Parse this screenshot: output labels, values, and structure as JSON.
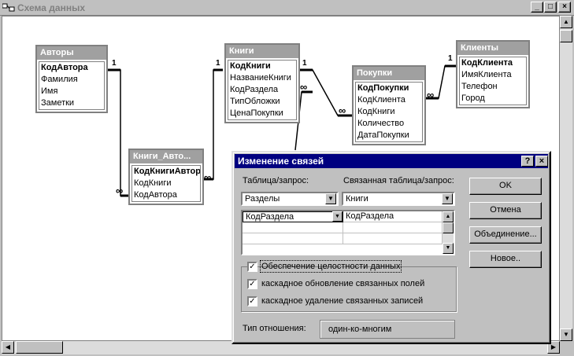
{
  "window": {
    "title": "Схема данных",
    "minimize": "_",
    "maximize": "□",
    "close": "×"
  },
  "tables": {
    "avtory": {
      "title": "Авторы",
      "fields": [
        "КодАвтора",
        "Фамилия",
        "Имя",
        "Заметки"
      ],
      "pk": "КодАвтора"
    },
    "knigi": {
      "title": "Книги",
      "fields": [
        "КодКниги",
        "НазваниеКниги",
        "КодРаздела",
        "ТипОбложки",
        "ЦенаПокупки"
      ],
      "pk": "КодКниги"
    },
    "knigi_avtory": {
      "title": "Книги_Авто...",
      "fields": [
        "КодКнигиАвтор",
        "КодКниги",
        "КодАвтора"
      ],
      "pk": "КодКнигиАвтор"
    },
    "pokupki": {
      "title": "Покупки",
      "fields": [
        "КодПокупки",
        "КодКлиента",
        "КодКниги",
        "Количество",
        "ДатаПокупки"
      ],
      "pk": "КодПокупки"
    },
    "klienty": {
      "title": "Клиенты",
      "fields": [
        "КодКлиента",
        "ИмяКлиента",
        "Телефон",
        "Город"
      ],
      "pk": "КодКлиента"
    }
  },
  "relations": {
    "one": "1",
    "many": "∞"
  },
  "dialog": {
    "title": "Изменение связей",
    "help": "?",
    "close": "×",
    "table_label": "Таблица/запрос:",
    "related_label": "Связанная таблица/запрос:",
    "table_value": "Разделы",
    "related_value": "Книги",
    "field_left": "КодРаздела",
    "field_right": "КодРаздела",
    "buttons": {
      "ok": "OK",
      "cancel": "Отмена",
      "join": "Объединение...",
      "new": "Новое.."
    },
    "integrity_label": "Обеспечение целостности данных",
    "cascade_update_label": "каскадное обновление связанных полей",
    "cascade_delete_label": "каскадное удаление связанных записей",
    "integrity_checked": true,
    "cascade_update_checked": true,
    "cascade_delete_checked": true,
    "reltype_label": "Тип отношения:",
    "reltype_value": "один-ко-многим"
  },
  "icons": {
    "window": "relationships-icon",
    "arrow_down": "▼",
    "arrow_up": "▲",
    "arrow_left": "◀",
    "arrow_right": "▶",
    "check": "✓"
  }
}
